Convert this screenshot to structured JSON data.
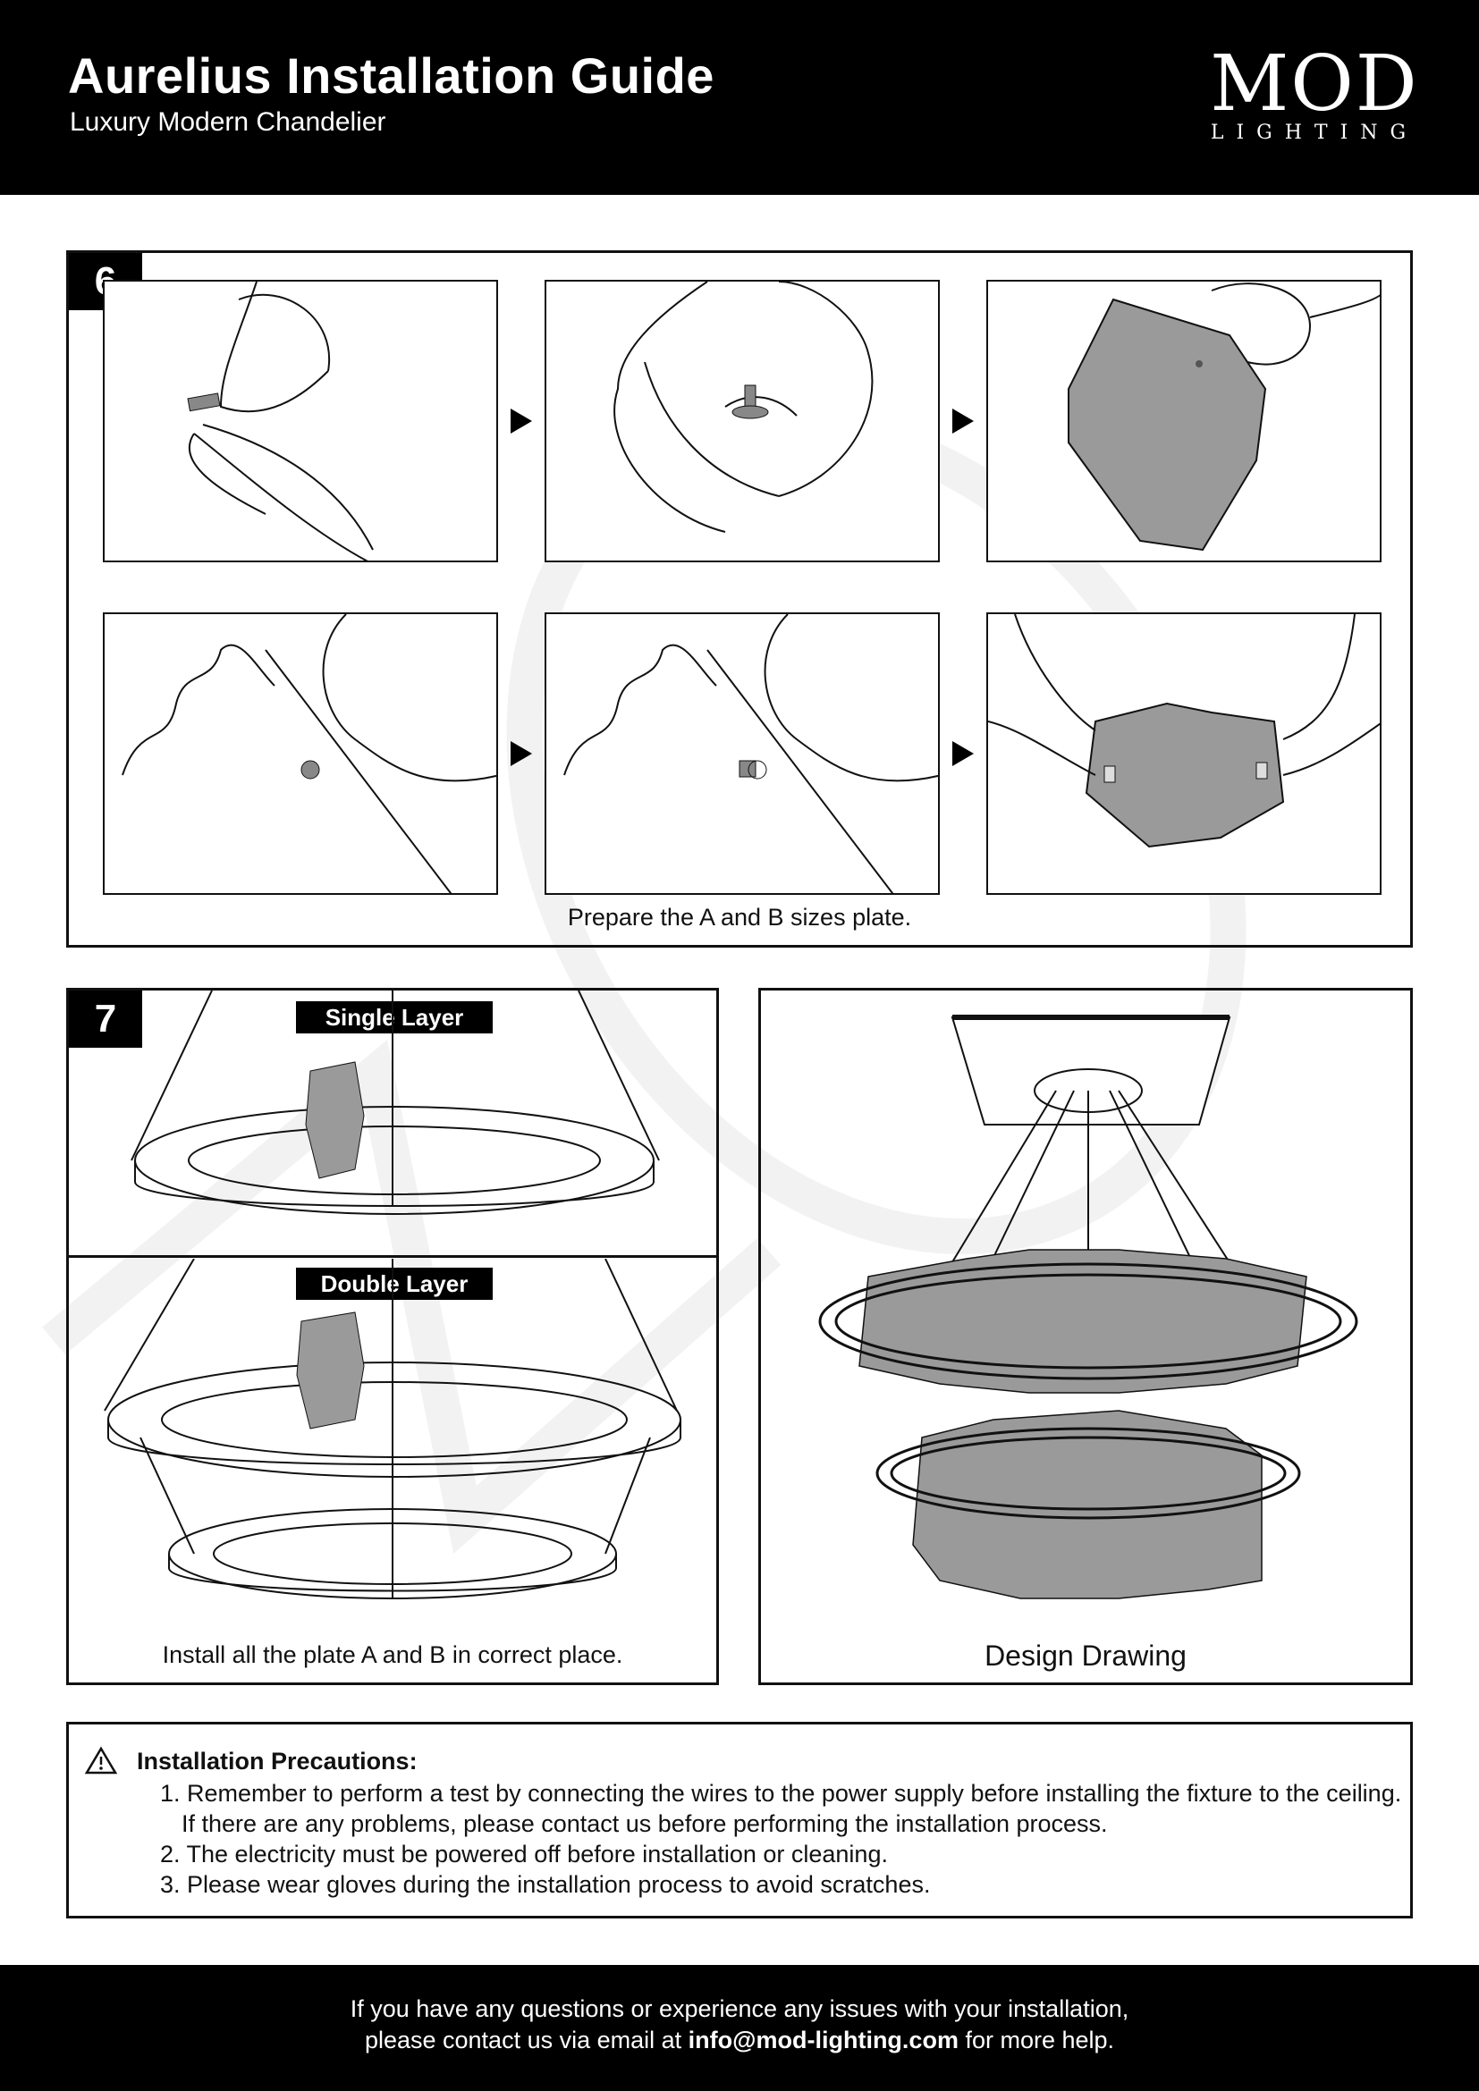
{
  "header": {
    "title": "Aurelius Installation Guide",
    "subtitle": "Luxury Modern Chandelier",
    "logo_main": "MOD",
    "logo_sub": "LIGHTING"
  },
  "step6": {
    "number": "6",
    "caption": "Prepare the A and B sizes plate."
  },
  "step7": {
    "number": "7",
    "single_label": "Single Layer",
    "double_label": "Double Layer",
    "caption": "Install all the plate A and B in correct place."
  },
  "design": {
    "caption": "Design Drawing"
  },
  "precautions": {
    "title": "Installation Precautions:",
    "items": [
      "1. Remember to perform a test by connecting the wires to the power supply before installing the fixture to the ceiling.",
      "If there are any problems, please contact us before performing the installation process.",
      "2. The electricity must be powered off before installation or cleaning.",
      "3. Please wear gloves during the installation process to avoid scratches."
    ]
  },
  "footer": {
    "line1": "If you have any questions or experience any issues with your installation,",
    "line2_prefix": "please contact us via email at",
    "email": "info@mod-lighting.com",
    "line2_suffix": "for more help."
  },
  "colors": {
    "header_bg": "#000000",
    "plate_gray": "#9a9a9a",
    "accent": "#ffffff"
  }
}
